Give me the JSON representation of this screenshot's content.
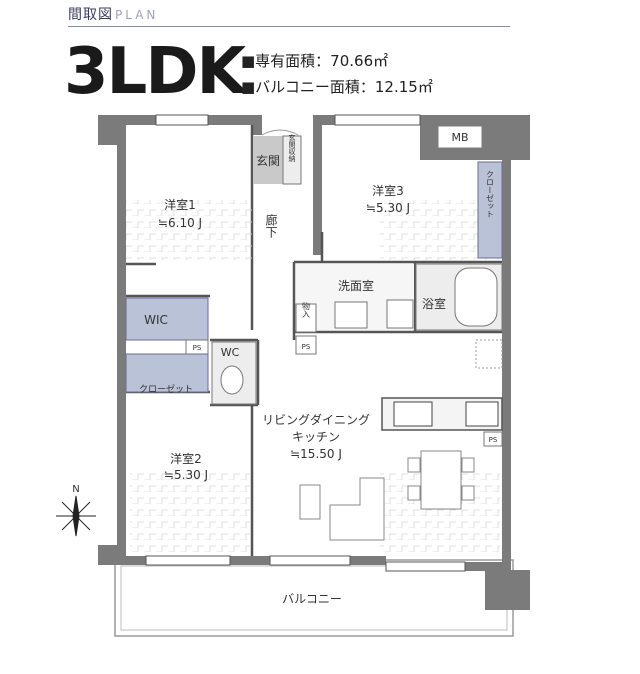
{
  "header": {
    "title": "間取図",
    "subtitle": "PLAN"
  },
  "layout_type": "3LDK",
  "areas": {
    "private_area": "■専有面積：70.66㎡",
    "balcony_area": "■バルコニー面積：12.15㎡"
  },
  "rooms": {
    "bedroom1": {
      "name": "洋室1",
      "size": "≒6.10 J"
    },
    "bedroom2": {
      "name": "洋室2",
      "size": "≒5.30 J"
    },
    "bedroom3": {
      "name": "洋室3",
      "size": "≒5.30 J"
    },
    "ldk": {
      "name_line1": "リビングダイニング",
      "name_line2": "キッチン",
      "size": "≒15.50 J"
    },
    "entrance": "玄関",
    "shoe_storage": "玄関収納",
    "hallway": "廊下",
    "washroom": "洗面室",
    "bathroom": "浴室",
    "storage": "物入",
    "wic": "WIC",
    "wc": "WC",
    "closet": "クローゼット",
    "balcony": "バルコニー",
    "mb": "MB",
    "ps": "PS"
  },
  "compass": "N",
  "colors": {
    "wall": "#7b7b7b",
    "closet_fill": "#b9c2d6",
    "entrance_fill": "#c9c9c9",
    "floor_wood": "#e9e9e9"
  }
}
